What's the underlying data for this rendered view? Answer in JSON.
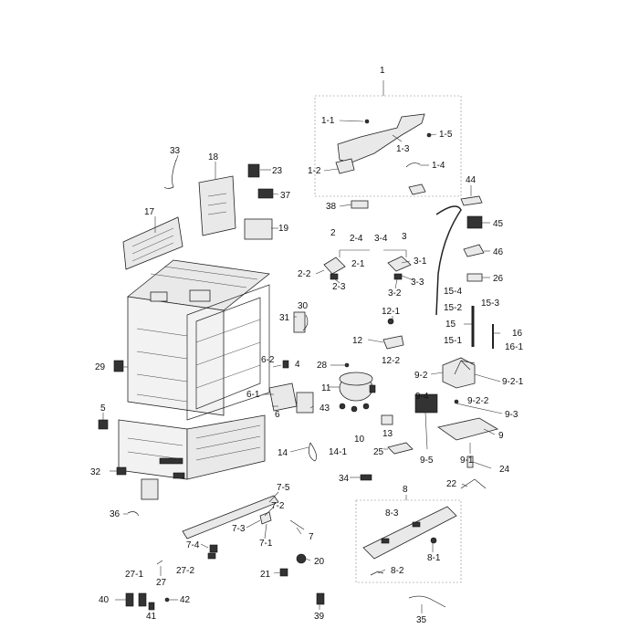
{
  "labels": [
    "1",
    "1-1",
    "1-2",
    "1-3",
    "1-4",
    "1-5",
    "2",
    "2-1",
    "2-2",
    "2-3",
    "2-4",
    "3",
    "3-1",
    "3-2",
    "3-3",
    "3-4",
    "4",
    "5",
    "6",
    "6-1",
    "6-2",
    "7",
    "7-1",
    "7-2",
    "7-3",
    "7-4",
    "7-5",
    "8",
    "8-1",
    "8-2",
    "8-3",
    "9",
    "9-1",
    "9-2",
    "9-2-1",
    "9-2-2",
    "9-3",
    "9-4",
    "9-5",
    "10",
    "11",
    "12",
    "12-1",
    "12-2",
    "13",
    "14",
    "14-1",
    "15",
    "15-1",
    "15-2",
    "15-3",
    "15-4",
    "16",
    "16-1",
    "17",
    "18",
    "19",
    "20",
    "21",
    "22",
    "23",
    "24",
    "25",
    "26",
    "27",
    "27-1",
    "27-2",
    "28",
    "29",
    "30",
    "31",
    "32",
    "33",
    "34",
    "35",
    "36",
    "37",
    "38",
    "39",
    "40",
    "41",
    "42",
    "43",
    "44",
    "45",
    "46"
  ]
}
